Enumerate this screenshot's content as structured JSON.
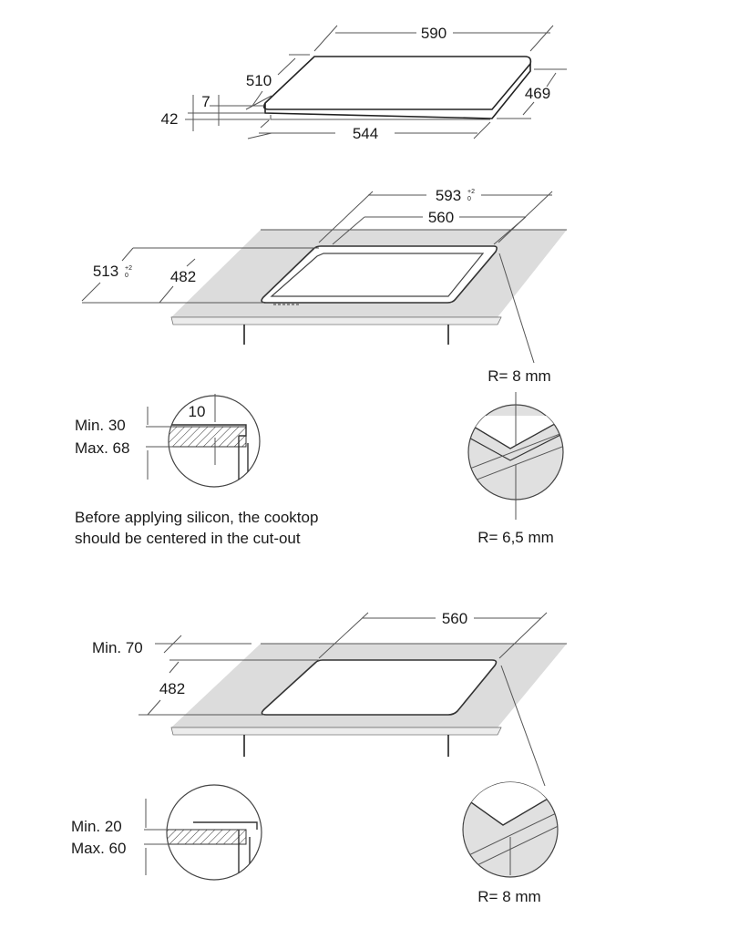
{
  "section1": {
    "width": "590",
    "depth": "510",
    "side_depth": "469",
    "bottom_width": "544",
    "glass_thickness": "7",
    "total_height": "42"
  },
  "section2": {
    "cutout_width": "593",
    "cutout_width_tol_upper": "+2",
    "cutout_width_tol_lower": "0",
    "inner_width": "560",
    "cutout_depth": "513",
    "cutout_depth_tol_upper": "+2",
    "cutout_depth_tol_lower": "0",
    "inner_depth": "482",
    "radius_outer": "R= 8 mm",
    "radius_inner": "R= 6,5 mm",
    "detail_gap": "10",
    "worktop_min": "Min. 30",
    "worktop_max": "Max. 68",
    "note_line1": "Before applying silicon, the cooktop",
    "note_line2": "should be centered in the cut-out"
  },
  "section3": {
    "cutout_width": "560",
    "min_distance": "Min. 70",
    "cutout_depth": "482",
    "worktop_min": "Min. 20",
    "worktop_max": "Max. 60",
    "radius": "R= 8 mm"
  }
}
